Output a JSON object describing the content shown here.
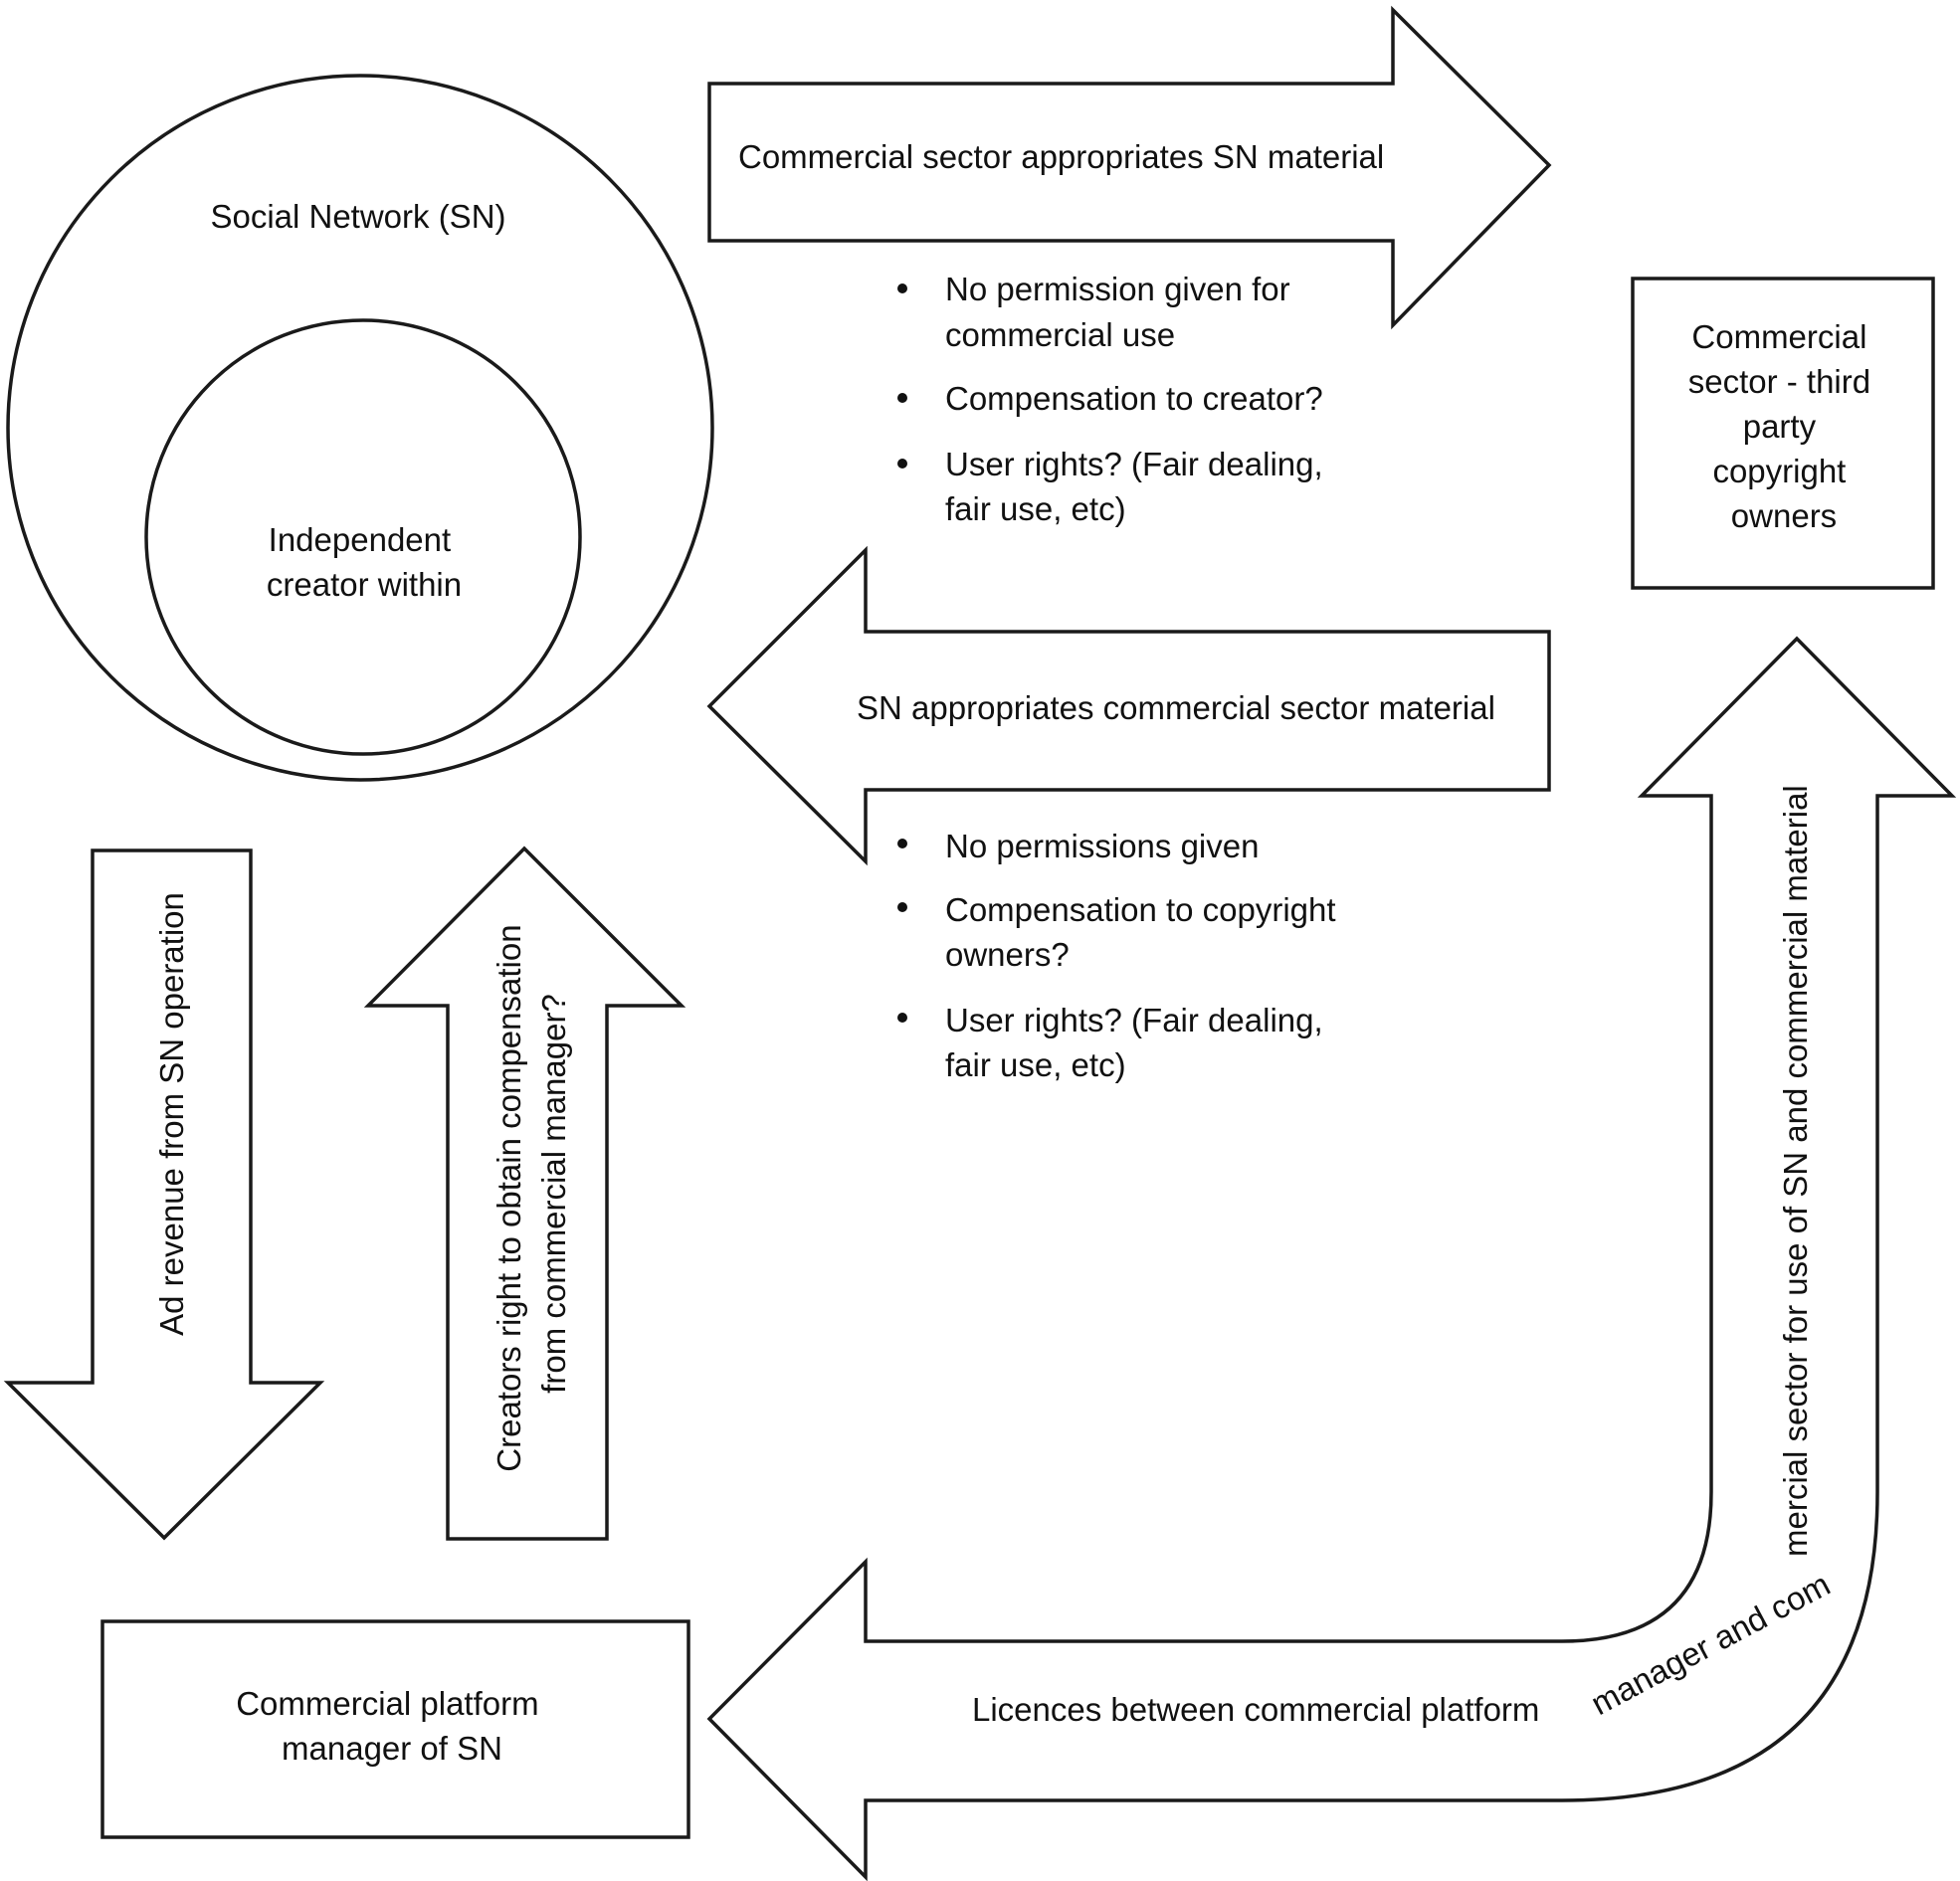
{
  "social_network": {
    "outer_label": "Social Network (SN)",
    "inner_label_lines": [
      "Independent",
      "creator within"
    ]
  },
  "commercial_sector_box": {
    "lines": [
      "Commercial",
      "sector - third",
      "party",
      "copyright",
      "owners"
    ]
  },
  "platform_manager_box": {
    "lines": [
      "Commercial platform",
      "manager of SN"
    ]
  },
  "arrow_sn_to_commercial": {
    "label": "Commercial sector appropriates SN material",
    "bullets": [
      [
        "No permission given for",
        "commercial use"
      ],
      [
        "Compensation to creator?"
      ],
      [
        "User rights? (Fair dealing,",
        "fair use, etc)"
      ]
    ]
  },
  "arrow_commercial_to_sn": {
    "label": "SN appropriates commercial sector material",
    "bullets": [
      [
        "No permissions given"
      ],
      [
        "Compensation to copyright",
        "owners?"
      ],
      [
        "User rights? (Fair dealing,",
        "fair use, etc)"
      ]
    ]
  },
  "arrow_ad_revenue": {
    "label": "Ad revenue from SN operation"
  },
  "arrow_creators_right": {
    "label_lines": [
      "Creators right to obtain compensation",
      "from commercial manager?"
    ]
  },
  "arrow_licences": {
    "label_horizontal": "Licences between commercial platform",
    "label_curve": "manager and com",
    "label_vertical": "mercial sector for use of SN and commercial material"
  },
  "colors": {
    "stroke": "#1a1a1a",
    "fill": "#ffffff",
    "text": "#111111"
  }
}
